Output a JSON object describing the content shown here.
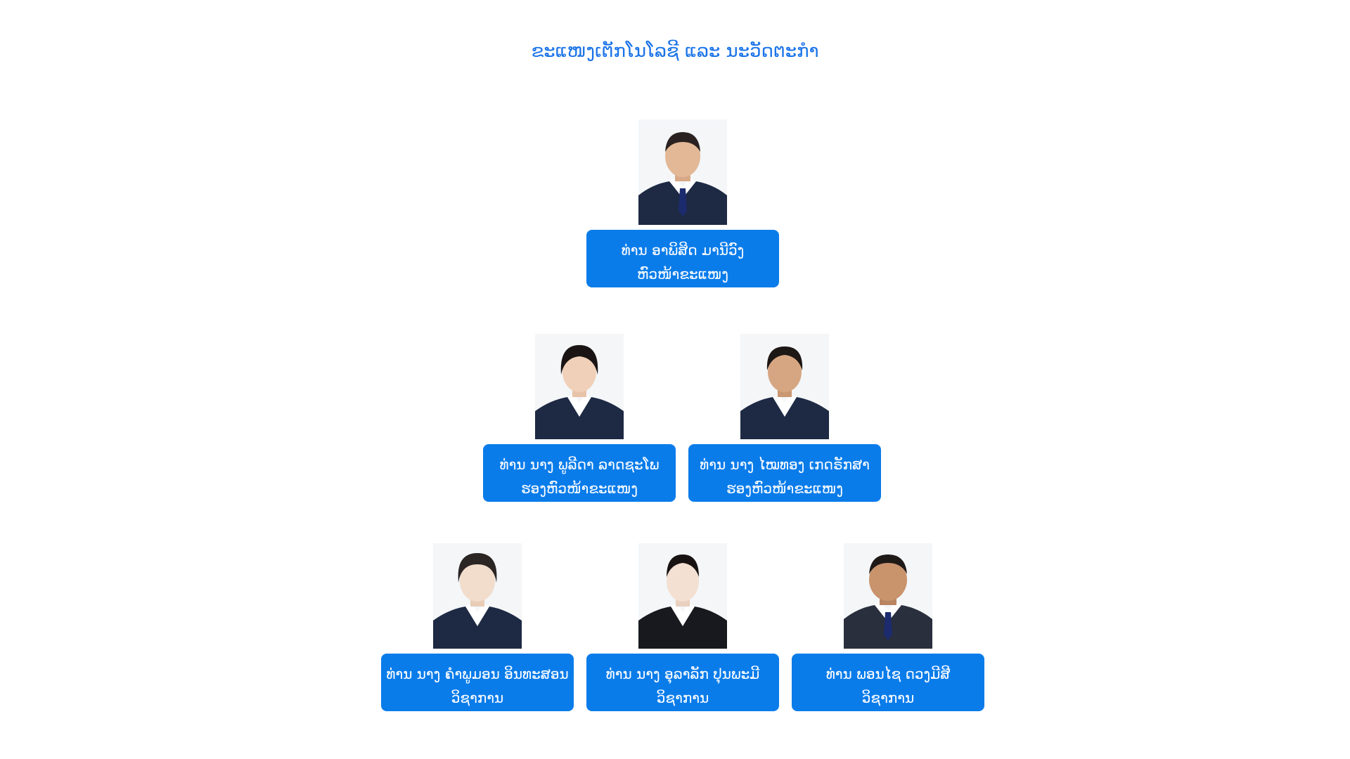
{
  "page": {
    "title": "ຂະແໜງເຕັກໂນໂລຊີ ແລະ ນະວັດຕະກຳ"
  },
  "members": [
    {
      "name": "ທ່ານ ອາພິສິດ ມານີວົງ",
      "role": "ຫົວໜ້າຂະແໜງ",
      "photo": "male-portrait"
    },
    {
      "name": "ທ່ານ ນາງ ພູລີດາ ລາດຊະໂພ",
      "role": "ຮອງຫົວໜ້າຂະແໜງ",
      "photo": "female-portrait"
    },
    {
      "name": "ທ່ານ ນາງ ໄໝທອງ ເກດຣັກສາ",
      "role": "ຮອງຫົວໜ້າຂະແໜງ",
      "photo": "female-portrait"
    },
    {
      "name": "ທ່ານ ນາງ ຄຳພູມອນ ອິນທະສອນ",
      "role": "ວິຊາການ",
      "photo": "female-portrait"
    },
    {
      "name": "ທ່ານ ນາງ ອຸລາລັກ ປຸນພະມີ",
      "role": "ວິຊາການ",
      "photo": "female-portrait"
    },
    {
      "name": "ທ່ານ ພອນໄຊ ດວງມີສີ",
      "role": "ວິຊາການ",
      "photo": "male-portrait"
    }
  ],
  "colors": {
    "title": "#1a73e8",
    "card": "#0a7cea",
    "card_text": "#ffffff"
  }
}
